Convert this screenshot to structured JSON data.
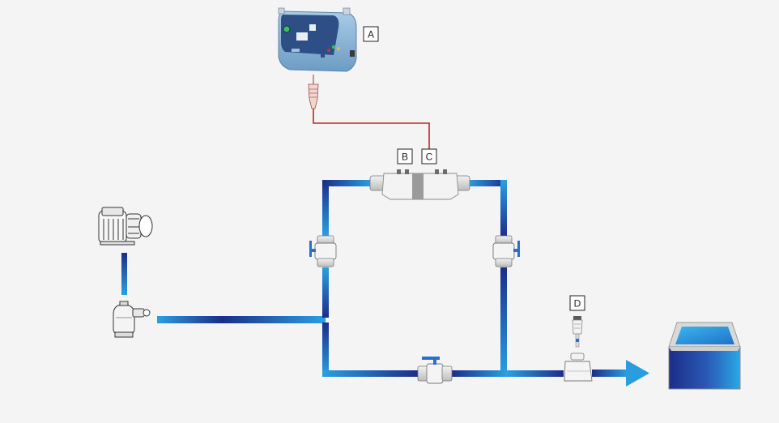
{
  "labels": {
    "a": "A",
    "b": "B",
    "c": "C",
    "d": "D"
  },
  "icons": [
    "control-unit-icon",
    "pump-icon",
    "sand-filter-icon",
    "electrolysis-cell-icon",
    "ball-valve-icon",
    "probe-icon",
    "injection-point-icon",
    "pool-icon",
    "flow-arrow-icon"
  ],
  "colors": {
    "pipe_dark": "#1e2f8a",
    "pipe_light": "#2a9de0",
    "cable": "#c0282a",
    "unit_blue": "#8fb8d8",
    "pool_water": "#2a9de0"
  }
}
